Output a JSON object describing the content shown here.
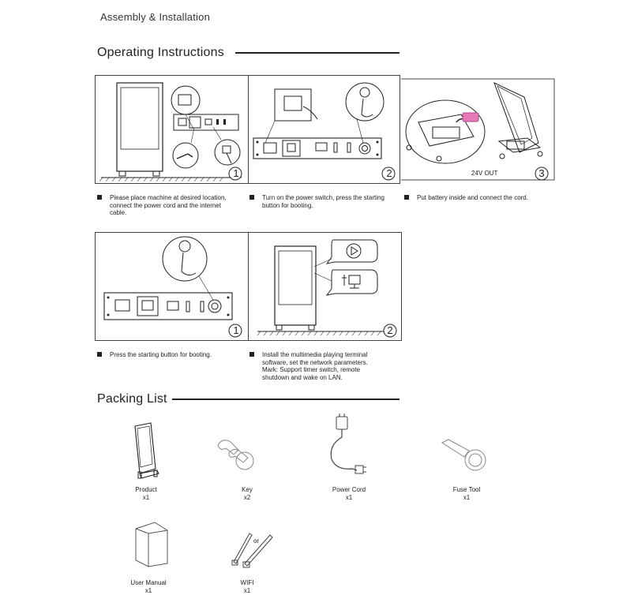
{
  "header": {
    "title": "Assembly & Installation"
  },
  "operating": {
    "title": "Operating Instructions",
    "row1": {
      "panels": [
        {
          "step": "1",
          "caption_lines": [
            "Please place machine at desired location,",
            "connect the power cord and the internet",
            "cable."
          ]
        },
        {
          "step": "2",
          "caption_lines": [
            "Turn on the power switch, press the starting",
            "button for booting."
          ]
        },
        {
          "step": "3",
          "label": "24V OUT",
          "caption_lines": [
            "Put battery inside and connect the cord."
          ]
        }
      ]
    },
    "row2": {
      "panels": [
        {
          "step": "1",
          "caption_lines": [
            "Press the starting button for booting."
          ]
        },
        {
          "step": "2",
          "caption_lines": [
            "Install the multimedia playing terminal",
            "software, set the network parameters.",
            "Mark: Support timer switch, remote",
            "shutdown and wake on LAN."
          ]
        }
      ]
    }
  },
  "packing": {
    "title": "Packing List",
    "or_label": "or",
    "items": [
      {
        "name": "Product",
        "qty": "x1"
      },
      {
        "name": "Key",
        "qty": "x2"
      },
      {
        "name": "Power Cord",
        "qty": "x1"
      },
      {
        "name": "Fuse Tool",
        "qty": "x1"
      },
      {
        "name": "User Manual",
        "qty": "x1"
      },
      {
        "name": "WIFI",
        "qty": "x1"
      }
    ]
  },
  "colors": {
    "ink": "#222222",
    "battery": "#e57ab6"
  }
}
